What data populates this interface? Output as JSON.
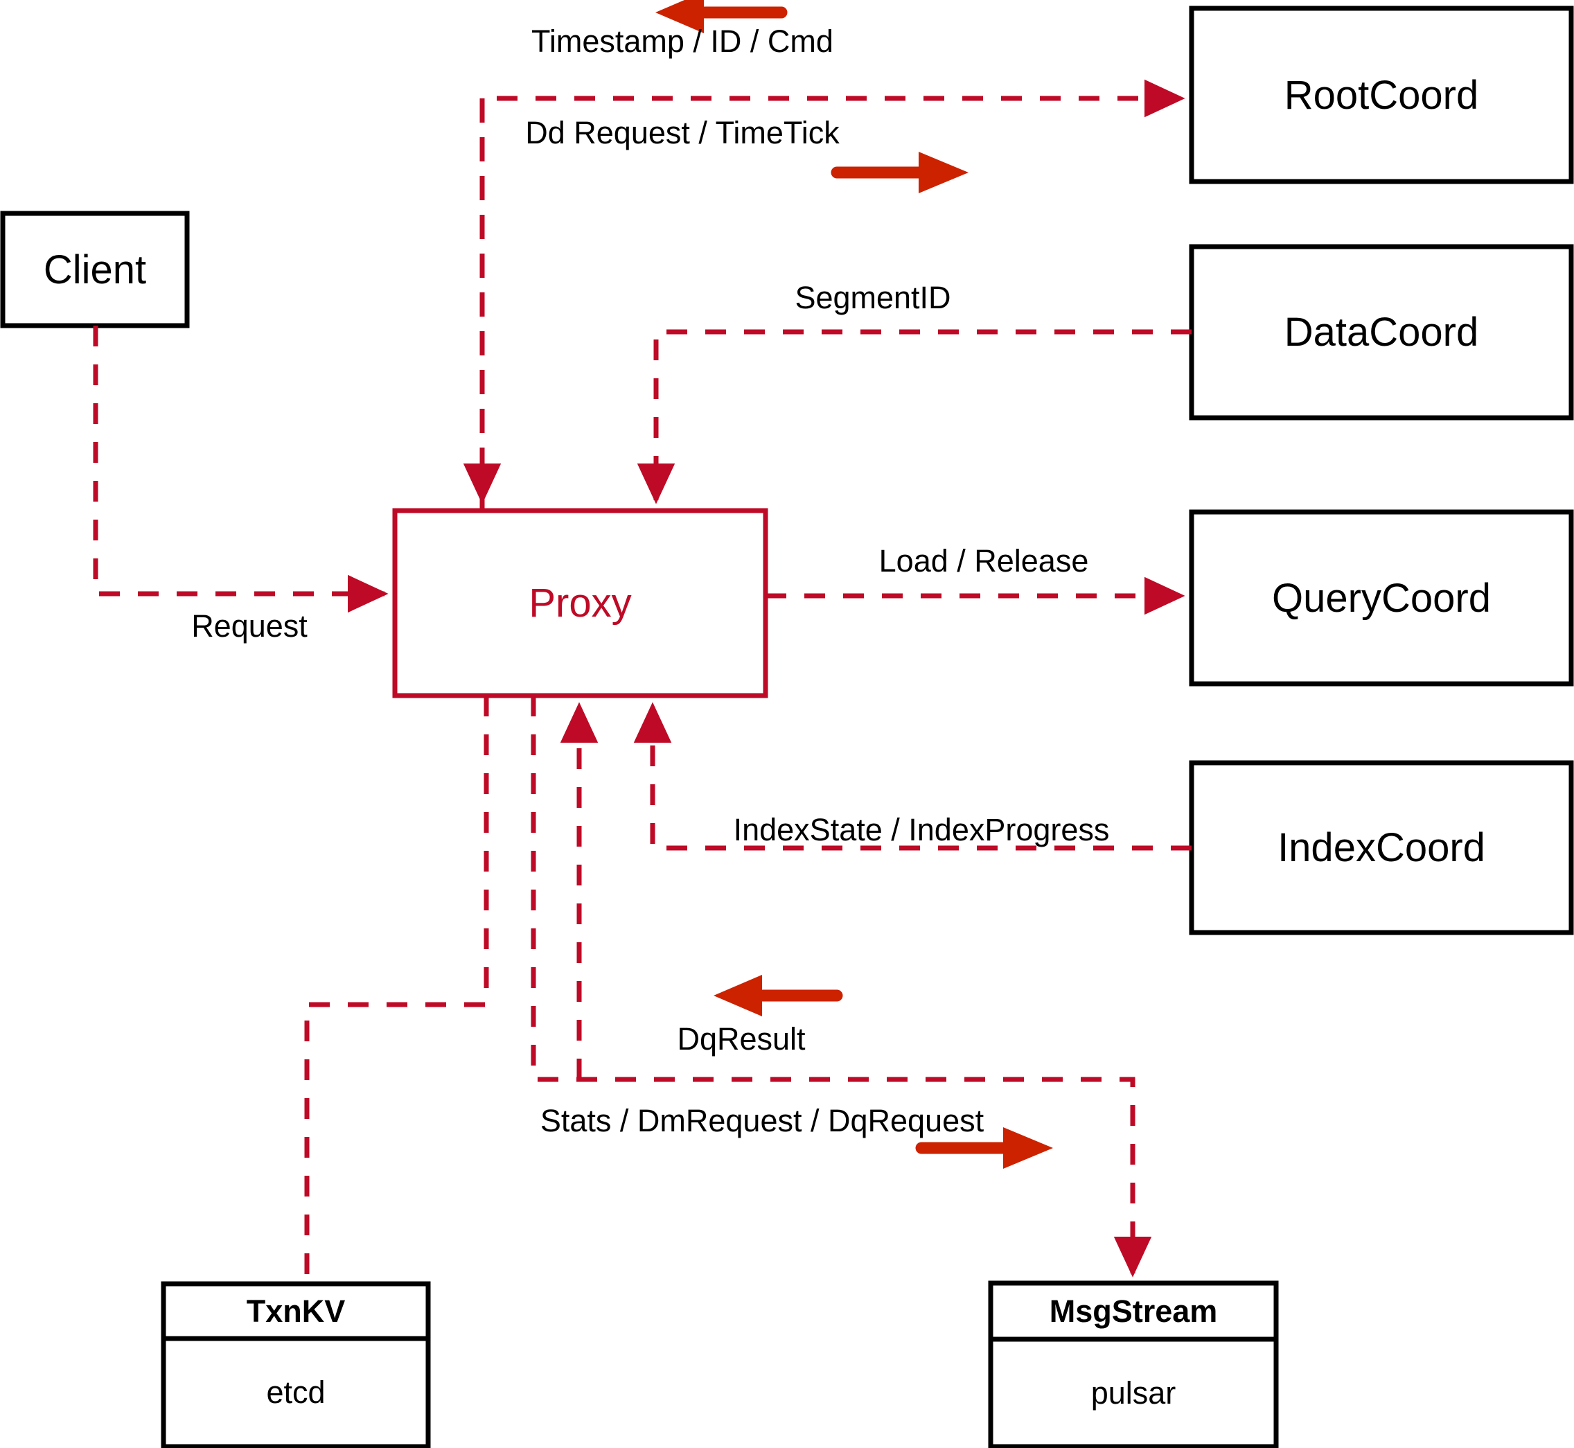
{
  "diagram": {
    "title": "Milvus Proxy interaction diagram",
    "colors": {
      "node_stroke": "#000000",
      "proxy_stroke": "#BE0A26",
      "proxy_text": "#BE0A26",
      "dashed_edge": "#BE0A26",
      "solid_arrow": "#CC2200",
      "background": "#FFFFFF",
      "label_text": "#000000"
    },
    "nodes": [
      {
        "id": "client",
        "label": "Client",
        "style": "plain"
      },
      {
        "id": "proxy",
        "label": "Proxy",
        "style": "accent"
      },
      {
        "id": "rootcoord",
        "label": "RootCoord",
        "style": "plain"
      },
      {
        "id": "datacoord",
        "label": "DataCoord",
        "style": "plain"
      },
      {
        "id": "querycoord",
        "label": "QueryCoord",
        "style": "plain"
      },
      {
        "id": "indexcoord",
        "label": "IndexCoord",
        "style": "plain"
      },
      {
        "id": "txnkv",
        "label": "TxnKV",
        "sublabel": "etcd",
        "style": "stack"
      },
      {
        "id": "msgstream",
        "label": "MsgStream",
        "sublabel": "pulsar",
        "style": "stack"
      }
    ],
    "edges": [
      {
        "id": "client-proxy",
        "from": "client",
        "to": "proxy",
        "label": "Request",
        "direction": "forward"
      },
      {
        "id": "proxy-rootcoord",
        "from": "proxy",
        "to": "rootcoord",
        "label": "Dd Request / TimeTick",
        "direction": "forward"
      },
      {
        "id": "rootcoord-proxy",
        "from": "rootcoord",
        "to": "proxy",
        "label": "Timestamp / ID / Cmd",
        "direction": "backward"
      },
      {
        "id": "datacoord-proxy",
        "from": "datacoord",
        "to": "proxy",
        "label": "SegmentID",
        "direction": "backward"
      },
      {
        "id": "proxy-querycoord",
        "from": "proxy",
        "to": "querycoord",
        "label": "Load / Release",
        "direction": "forward"
      },
      {
        "id": "indexcoord-proxy",
        "from": "indexcoord",
        "to": "proxy",
        "label": "IndexState / IndexProgress",
        "direction": "backward"
      },
      {
        "id": "proxy-msgstream",
        "from": "proxy",
        "to": "msgstream",
        "label": "Stats / DmRequest / DqRequest",
        "direction": "forward"
      },
      {
        "id": "msgstream-proxy",
        "from": "msgstream",
        "to": "proxy",
        "label": "DqResult",
        "direction": "backward"
      },
      {
        "id": "proxy-txnkv",
        "from": "proxy",
        "to": "txnkv",
        "label": "",
        "direction": "none"
      }
    ],
    "legend_arrows": [
      {
        "id": "arrow-timestamp-id-cmd",
        "points": "left",
        "for_label": "Timestamp / ID / Cmd"
      },
      {
        "id": "arrow-dd-request",
        "points": "right",
        "for_label": "Dd Request / TimeTick"
      },
      {
        "id": "arrow-dqresult",
        "points": "left",
        "for_label": "DqResult"
      },
      {
        "id": "arrow-stats-dmrequest",
        "points": "right",
        "for_label": "Stats / DmRequest / DqRequest"
      }
    ]
  }
}
